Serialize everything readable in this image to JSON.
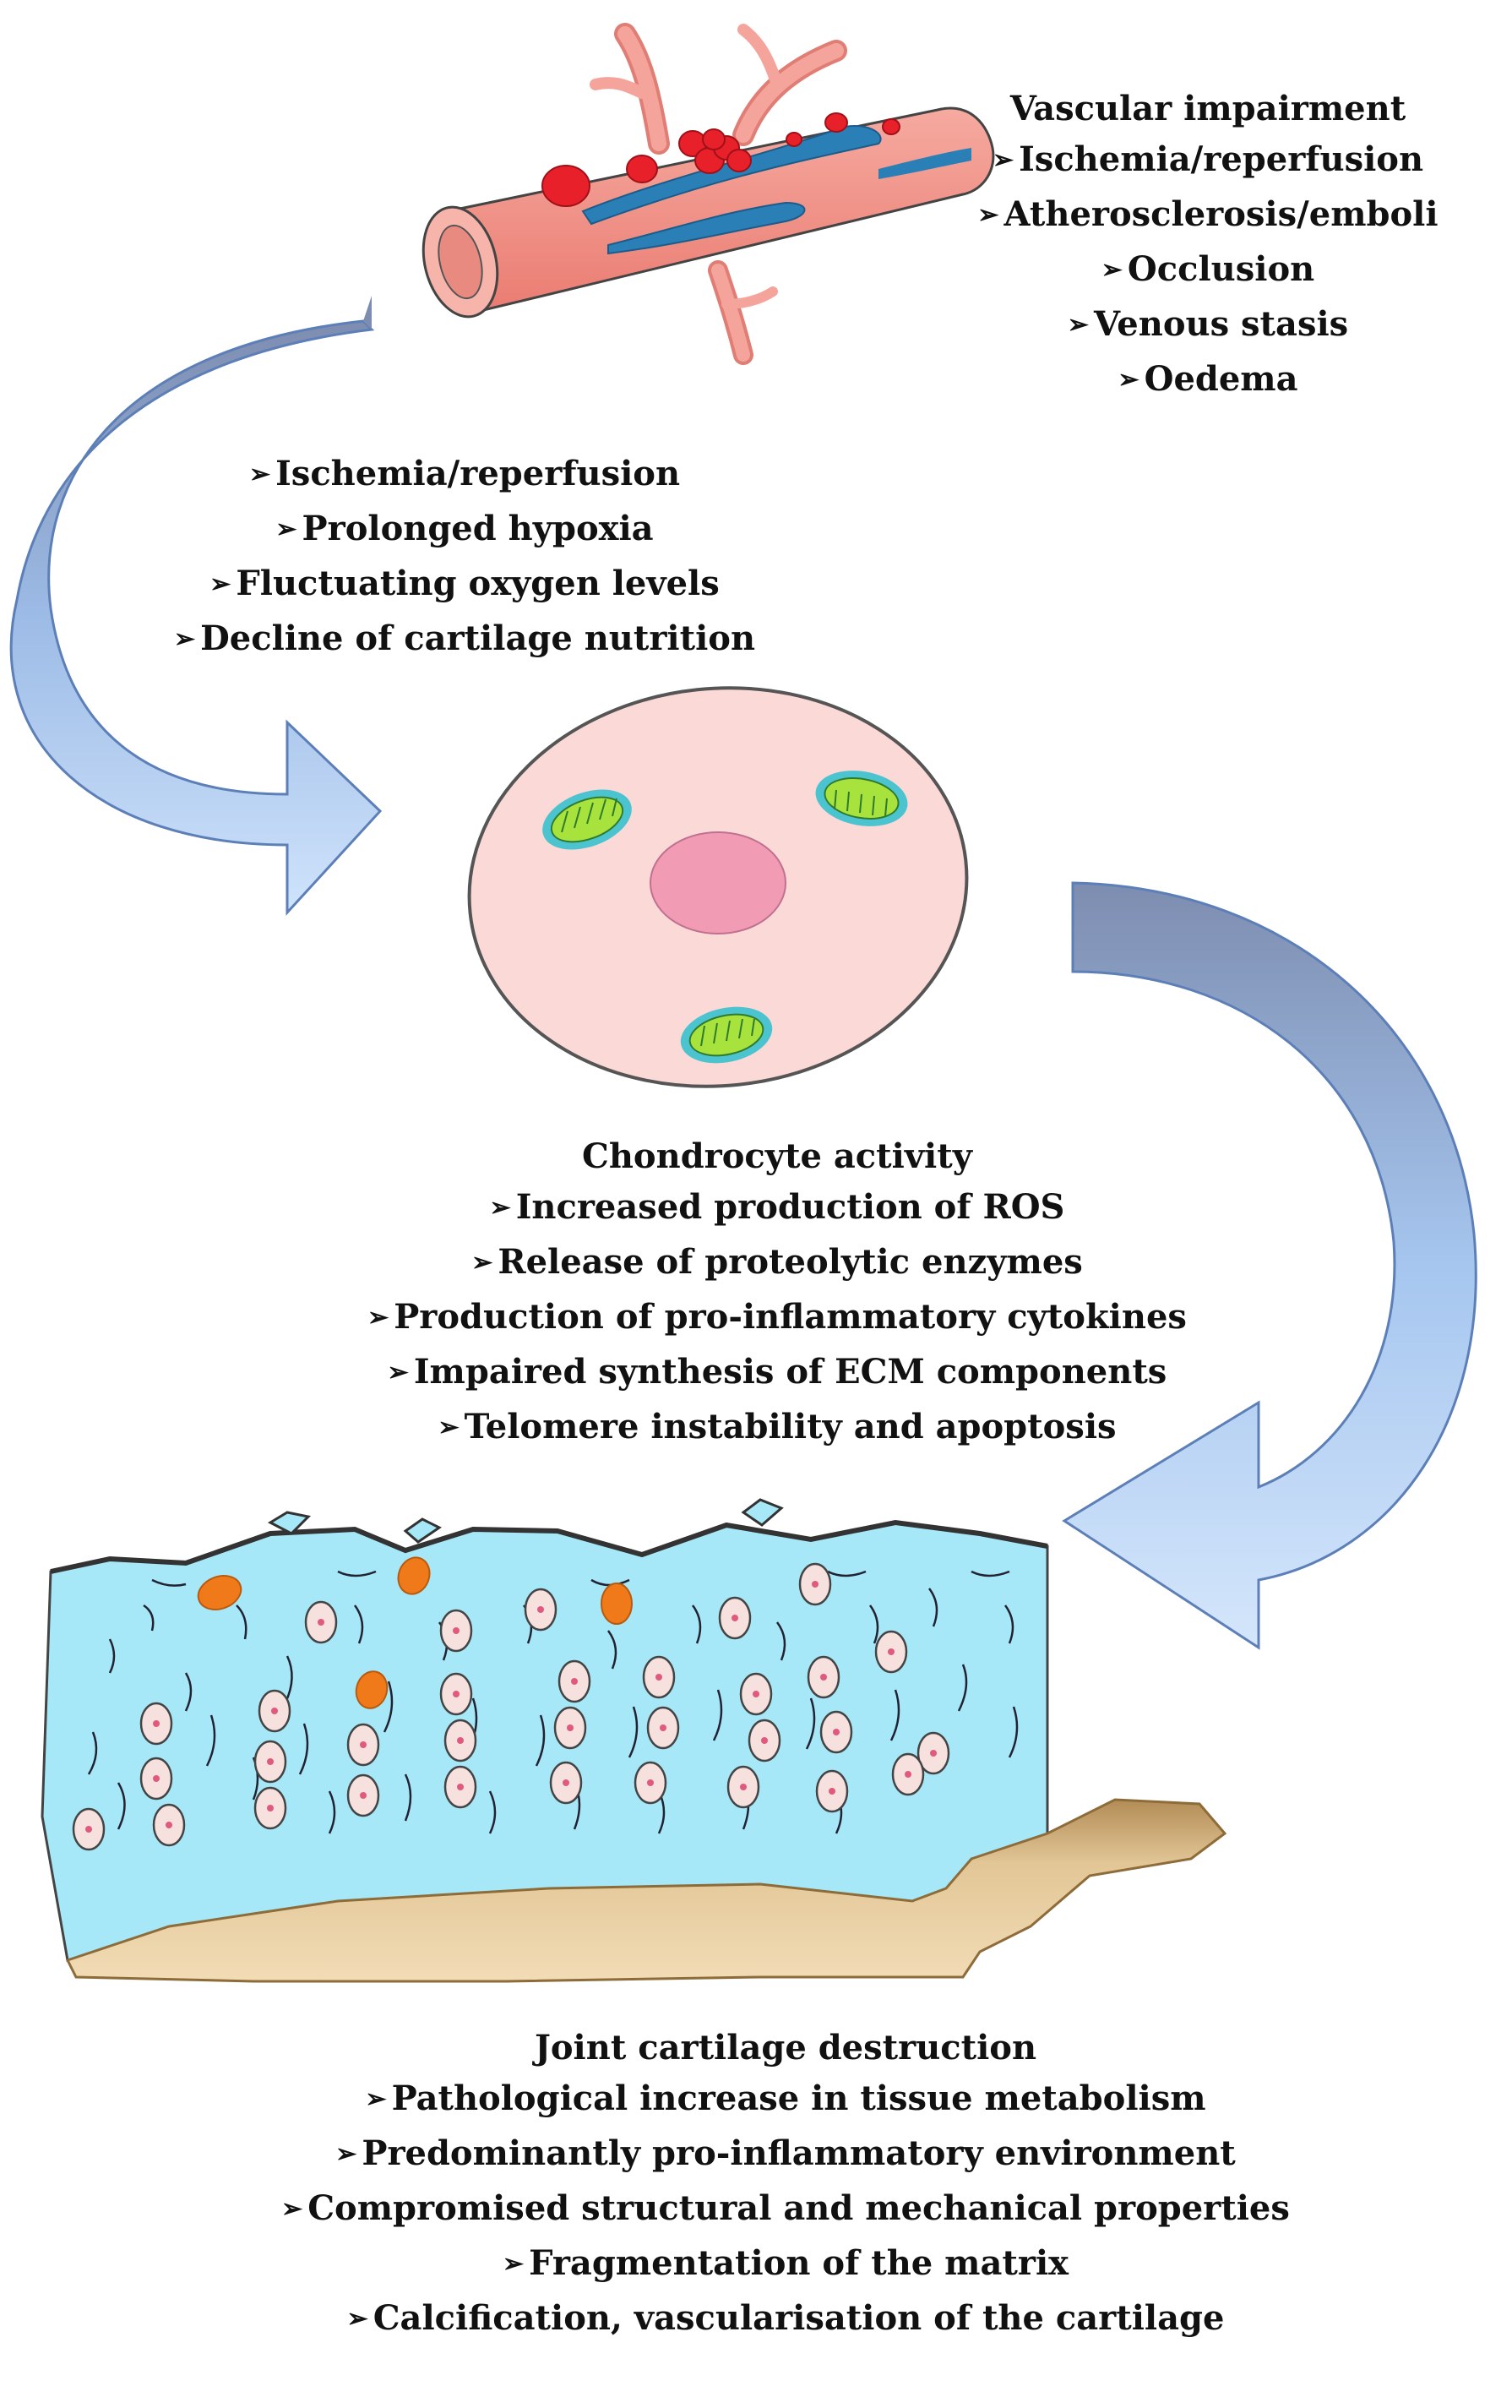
{
  "vascular": {
    "heading": "Vascular impairment",
    "items": [
      "Ischemia/reperfusion",
      "Atherosclerosis/emboli",
      "Occlusion",
      "Venous stasis",
      "Oedema"
    ]
  },
  "hypoxia": {
    "items": [
      "Ischemia/reperfusion",
      "Prolonged hypoxia",
      "Fluctuating oxygen levels",
      "Decline of cartilage nutrition"
    ]
  },
  "chondrocyte": {
    "heading": "Chondrocyte activity",
    "items": [
      "Increased production of ROS",
      "Release of proteolytic enzymes",
      "Production of pro-inflammatory cytokines",
      "Impaired synthesis of ECM components",
      "Telomere instability and apoptosis"
    ]
  },
  "joint": {
    "heading": "Joint cartilage destruction",
    "items": [
      "Pathological increase in tissue metabolism",
      "Predominantly pro-inflammatory environment",
      "Compromised structural and mechanical properties",
      "Fragmentation of the matrix",
      "Calcification, vascularisation of the cartilage"
    ]
  },
  "colors": {
    "vessel": "#f08a80",
    "blood_cell": "#e8202a",
    "cell_body": "#fbd9d6",
    "nucleus": "#f29bb5",
    "mitochondria": "#a8e23c",
    "cartilage": "#a6e8f7",
    "bone": "#e3c698",
    "arrow": "#9ec6ee"
  }
}
